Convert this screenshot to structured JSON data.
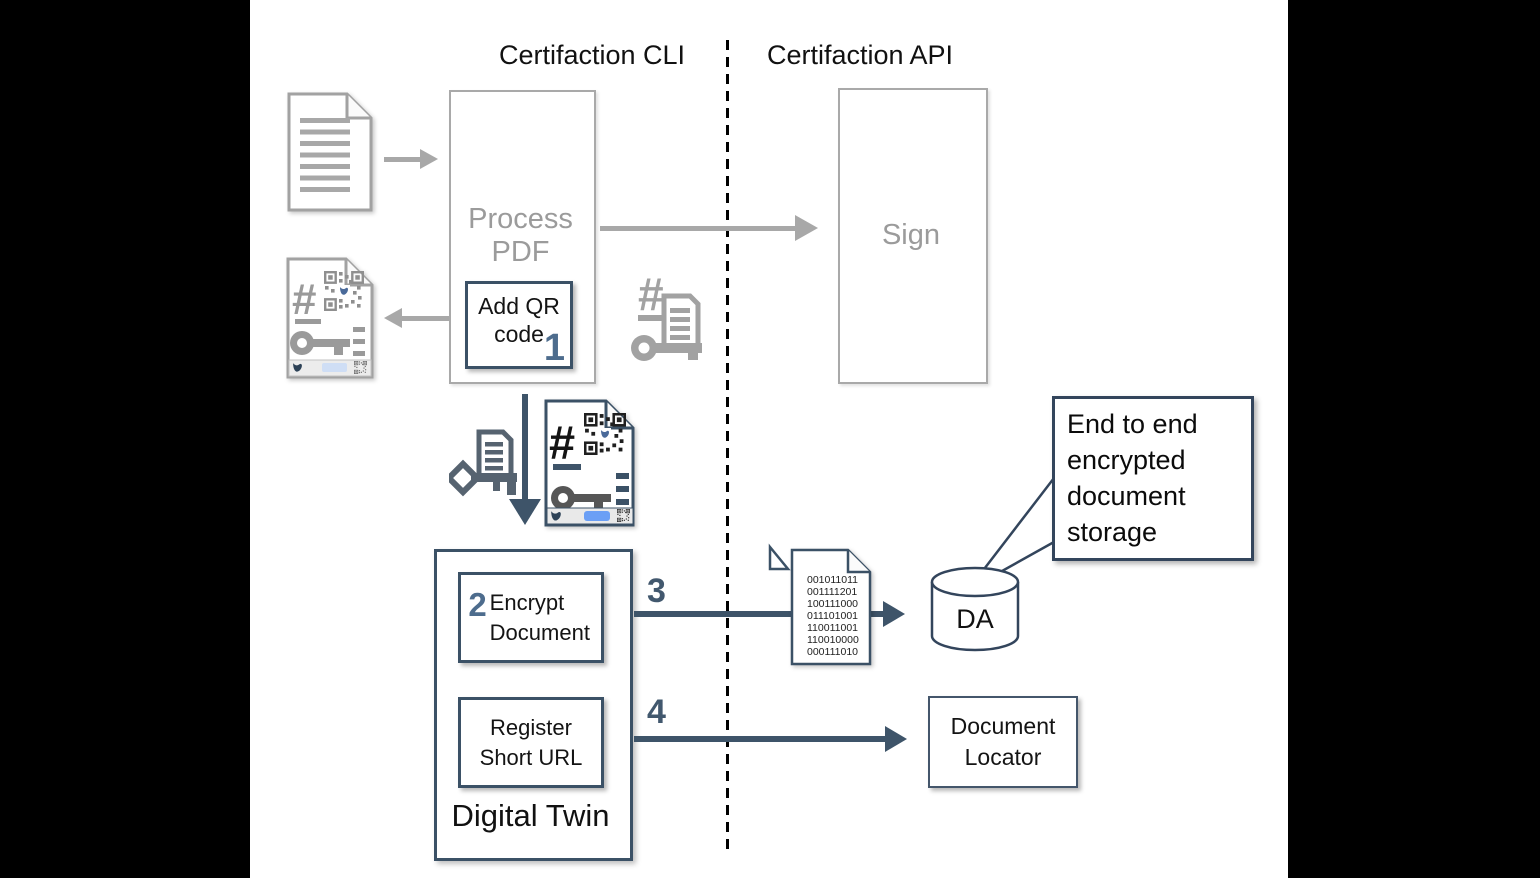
{
  "lanes": {
    "cli_title": "Certifaction CLI",
    "api_title": "Certifaction API"
  },
  "process_pdf": {
    "label": "Process PDF"
  },
  "add_qr": {
    "label": "Add QR code",
    "step": "1"
  },
  "sign": {
    "label": "Sign"
  },
  "digital_twin": {
    "label": "Digital Twin",
    "encrypt": {
      "step": "2",
      "label": "Encrypt Document"
    },
    "register": {
      "label": "Register Short URL"
    }
  },
  "flows": {
    "store_step": "3",
    "register_step": "4"
  },
  "binary_document": {
    "lines": [
      "001011011",
      "001111201",
      "100111000",
      "011101001",
      "110011001",
      "110010000",
      "000111010"
    ]
  },
  "database": {
    "label": "DA"
  },
  "document_locator": {
    "label": "Document Locator"
  },
  "callout": {
    "text": "End to end encrypted document storage"
  },
  "icons": {
    "hash": "#"
  },
  "colors": {
    "accent_navy": "#3e5469",
    "border_navy": "#3b5166",
    "step_blue": "#4d6c8d",
    "gray_border": "#a9a9a9",
    "gray_text": "#9b9b9b",
    "bubble_border": "#33455c"
  }
}
